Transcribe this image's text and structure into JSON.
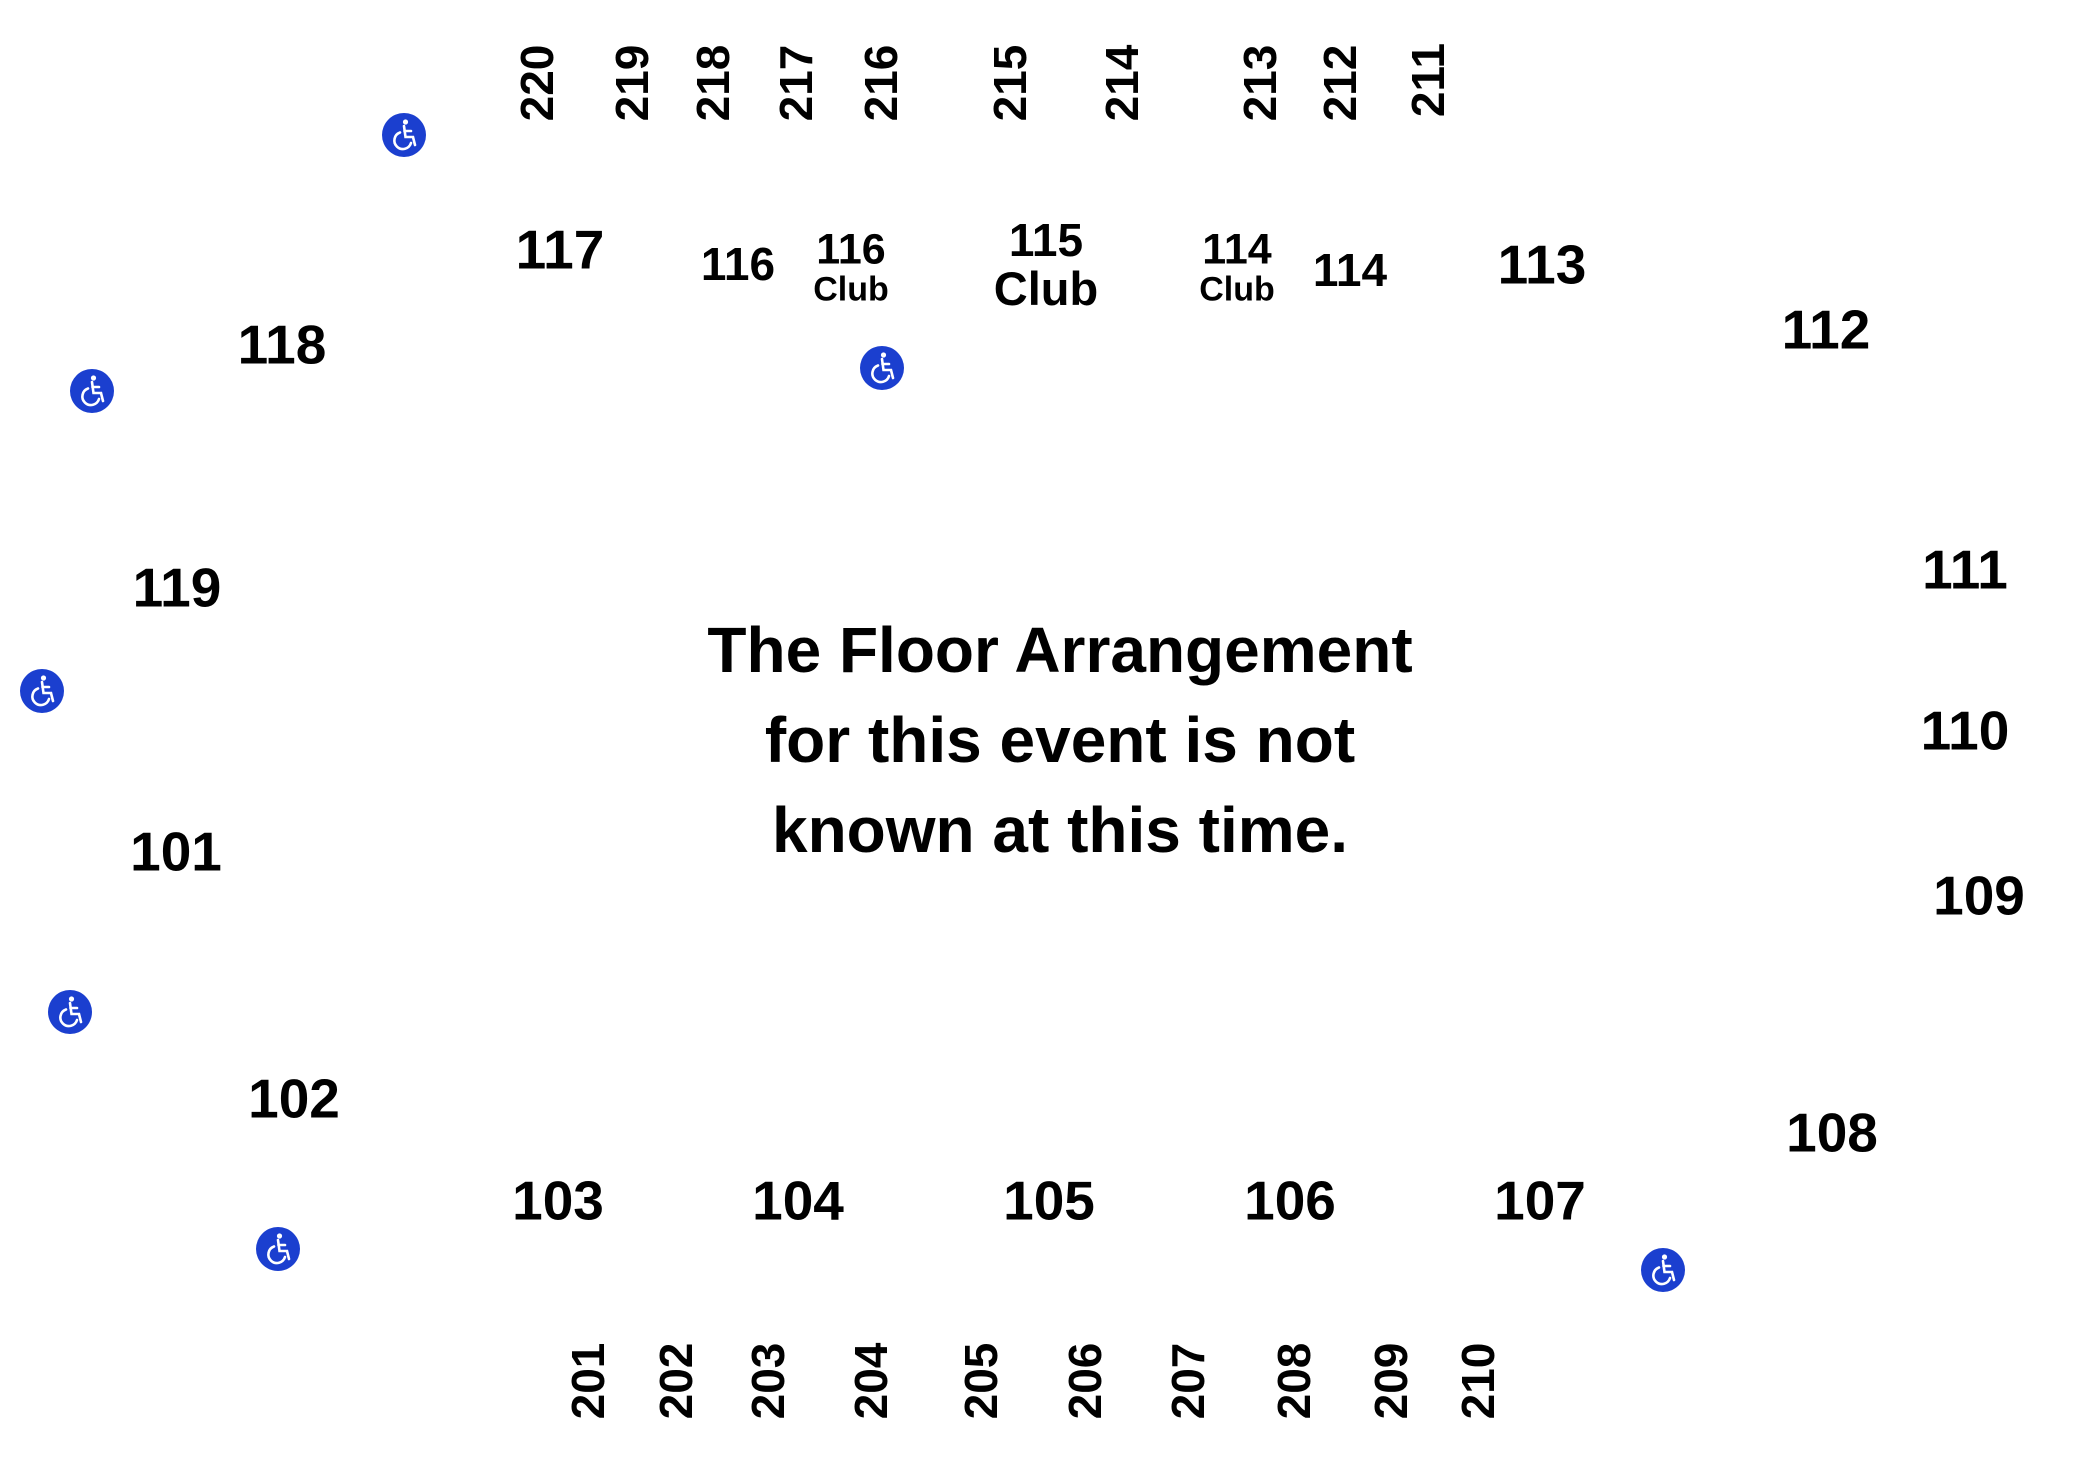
{
  "notice": {
    "lines": [
      "The Floor Arrangement",
      "for this event is not",
      "known at this time."
    ]
  },
  "colors": {
    "text": "#000000",
    "accessible_badge": "#1b3fcf",
    "background": "#ffffff"
  },
  "icons": {
    "accessible_seating": "wheelchair-icon"
  },
  "sections": {
    "lower": {
      "s101": "101",
      "s102": "102",
      "s103": "103",
      "s104": "104",
      "s105": "105",
      "s106": "106",
      "s107": "107",
      "s108": "108",
      "s109": "109",
      "s110": "110",
      "s111": "111",
      "s112": "112",
      "s113": "113",
      "s114": "114",
      "s116": "116",
      "s117": "117",
      "s118": "118",
      "s119": "119"
    },
    "club": {
      "c116": {
        "number": "116",
        "label": "Club"
      },
      "c115": {
        "number": "115",
        "label": "Club"
      },
      "c114": {
        "number": "114",
        "label": "Club"
      }
    },
    "upper_top": [
      "220",
      "219",
      "218",
      "217",
      "216",
      "215",
      "214",
      "213",
      "212",
      "211"
    ],
    "upper_bottom": [
      "201",
      "202",
      "203",
      "204",
      "205",
      "206",
      "207",
      "208",
      "209",
      "210"
    ]
  }
}
